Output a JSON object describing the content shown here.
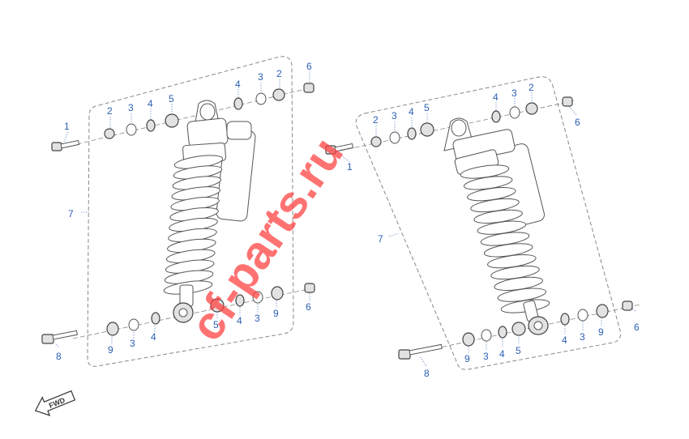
{
  "watermark": "cf-parts.ru",
  "direction_label": "FWD",
  "left_assembly": {
    "callouts": [
      "1",
      "2",
      "3",
      "4",
      "5",
      "4",
      "3",
      "2",
      "6",
      "7",
      "8",
      "9",
      "3",
      "4",
      "5",
      "4",
      "3",
      "9",
      "6"
    ]
  },
  "right_assembly": {
    "callouts": [
      "1",
      "2",
      "3",
      "4",
      "5",
      "4",
      "3",
      "2",
      "6",
      "7",
      "8",
      "9",
      "3",
      "4",
      "5",
      "4",
      "3",
      "9",
      "6"
    ]
  },
  "colors": {
    "callout": "#2b5fb3",
    "watermark": "#ff3b3b",
    "line_art": "#555555",
    "frame": "#888888"
  }
}
